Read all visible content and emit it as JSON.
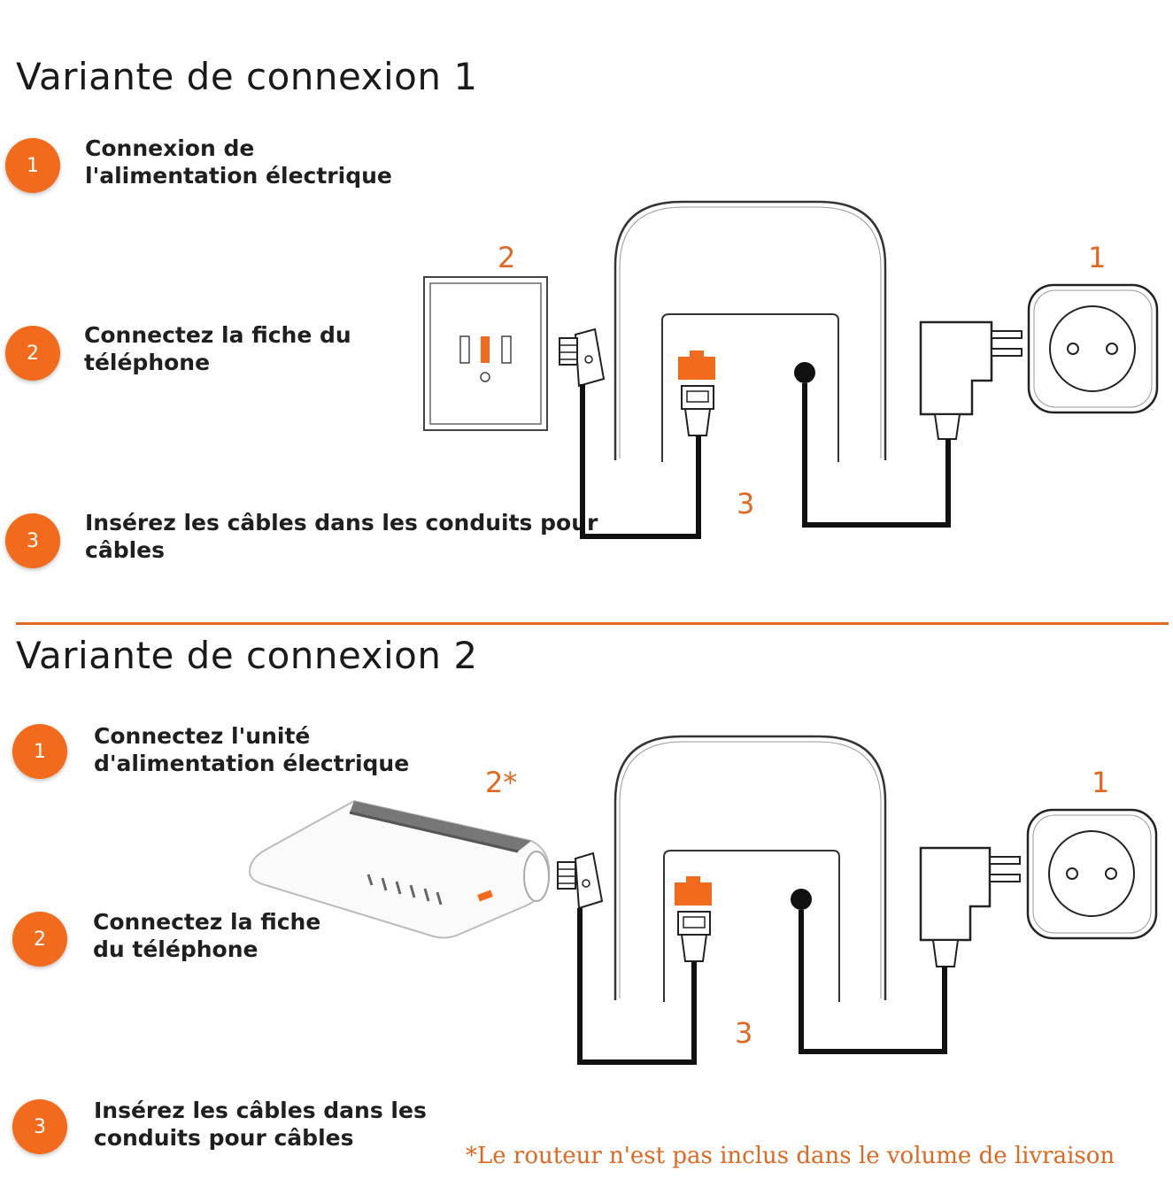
{
  "section1": {
    "title": "Variante de connexion 1",
    "steps": [
      {
        "number": "1",
        "text_lines": [
          "Connexion de",
          "l'alimentation électrique"
        ]
      },
      {
        "number": "2",
        "text_lines": [
          "Connectez la fiche du",
          "téléphone"
        ]
      },
      {
        "number": "3",
        "text_lines": [
          "Insérez les câbles dans les conduits pour",
          "câbles"
        ]
      }
    ],
    "diagram_labels": {
      "power": "1",
      "phone": "2",
      "cables": "3"
    }
  },
  "section2": {
    "title": "Variante de connexion 2",
    "steps": [
      {
        "number": "1",
        "text_lines": [
          "Connectez l'unité",
          "d'alimentation électrique"
        ]
      },
      {
        "number": "2",
        "text_lines": [
          "Connectez la fiche",
          "du téléphone"
        ]
      },
      {
        "number": "3",
        "text_lines": [
          "Insérez les câbles dans les",
          "conduits pour câbles"
        ]
      }
    ],
    "diagram_labels": {
      "power": "1",
      "router": "2*",
      "cables": "3"
    }
  },
  "footnote": "*Le routeur n'est pas inclus dans le volume de livraison",
  "colors": {
    "accent": "#f26a1b",
    "text": "#1a1a1a",
    "line": "#111111"
  }
}
